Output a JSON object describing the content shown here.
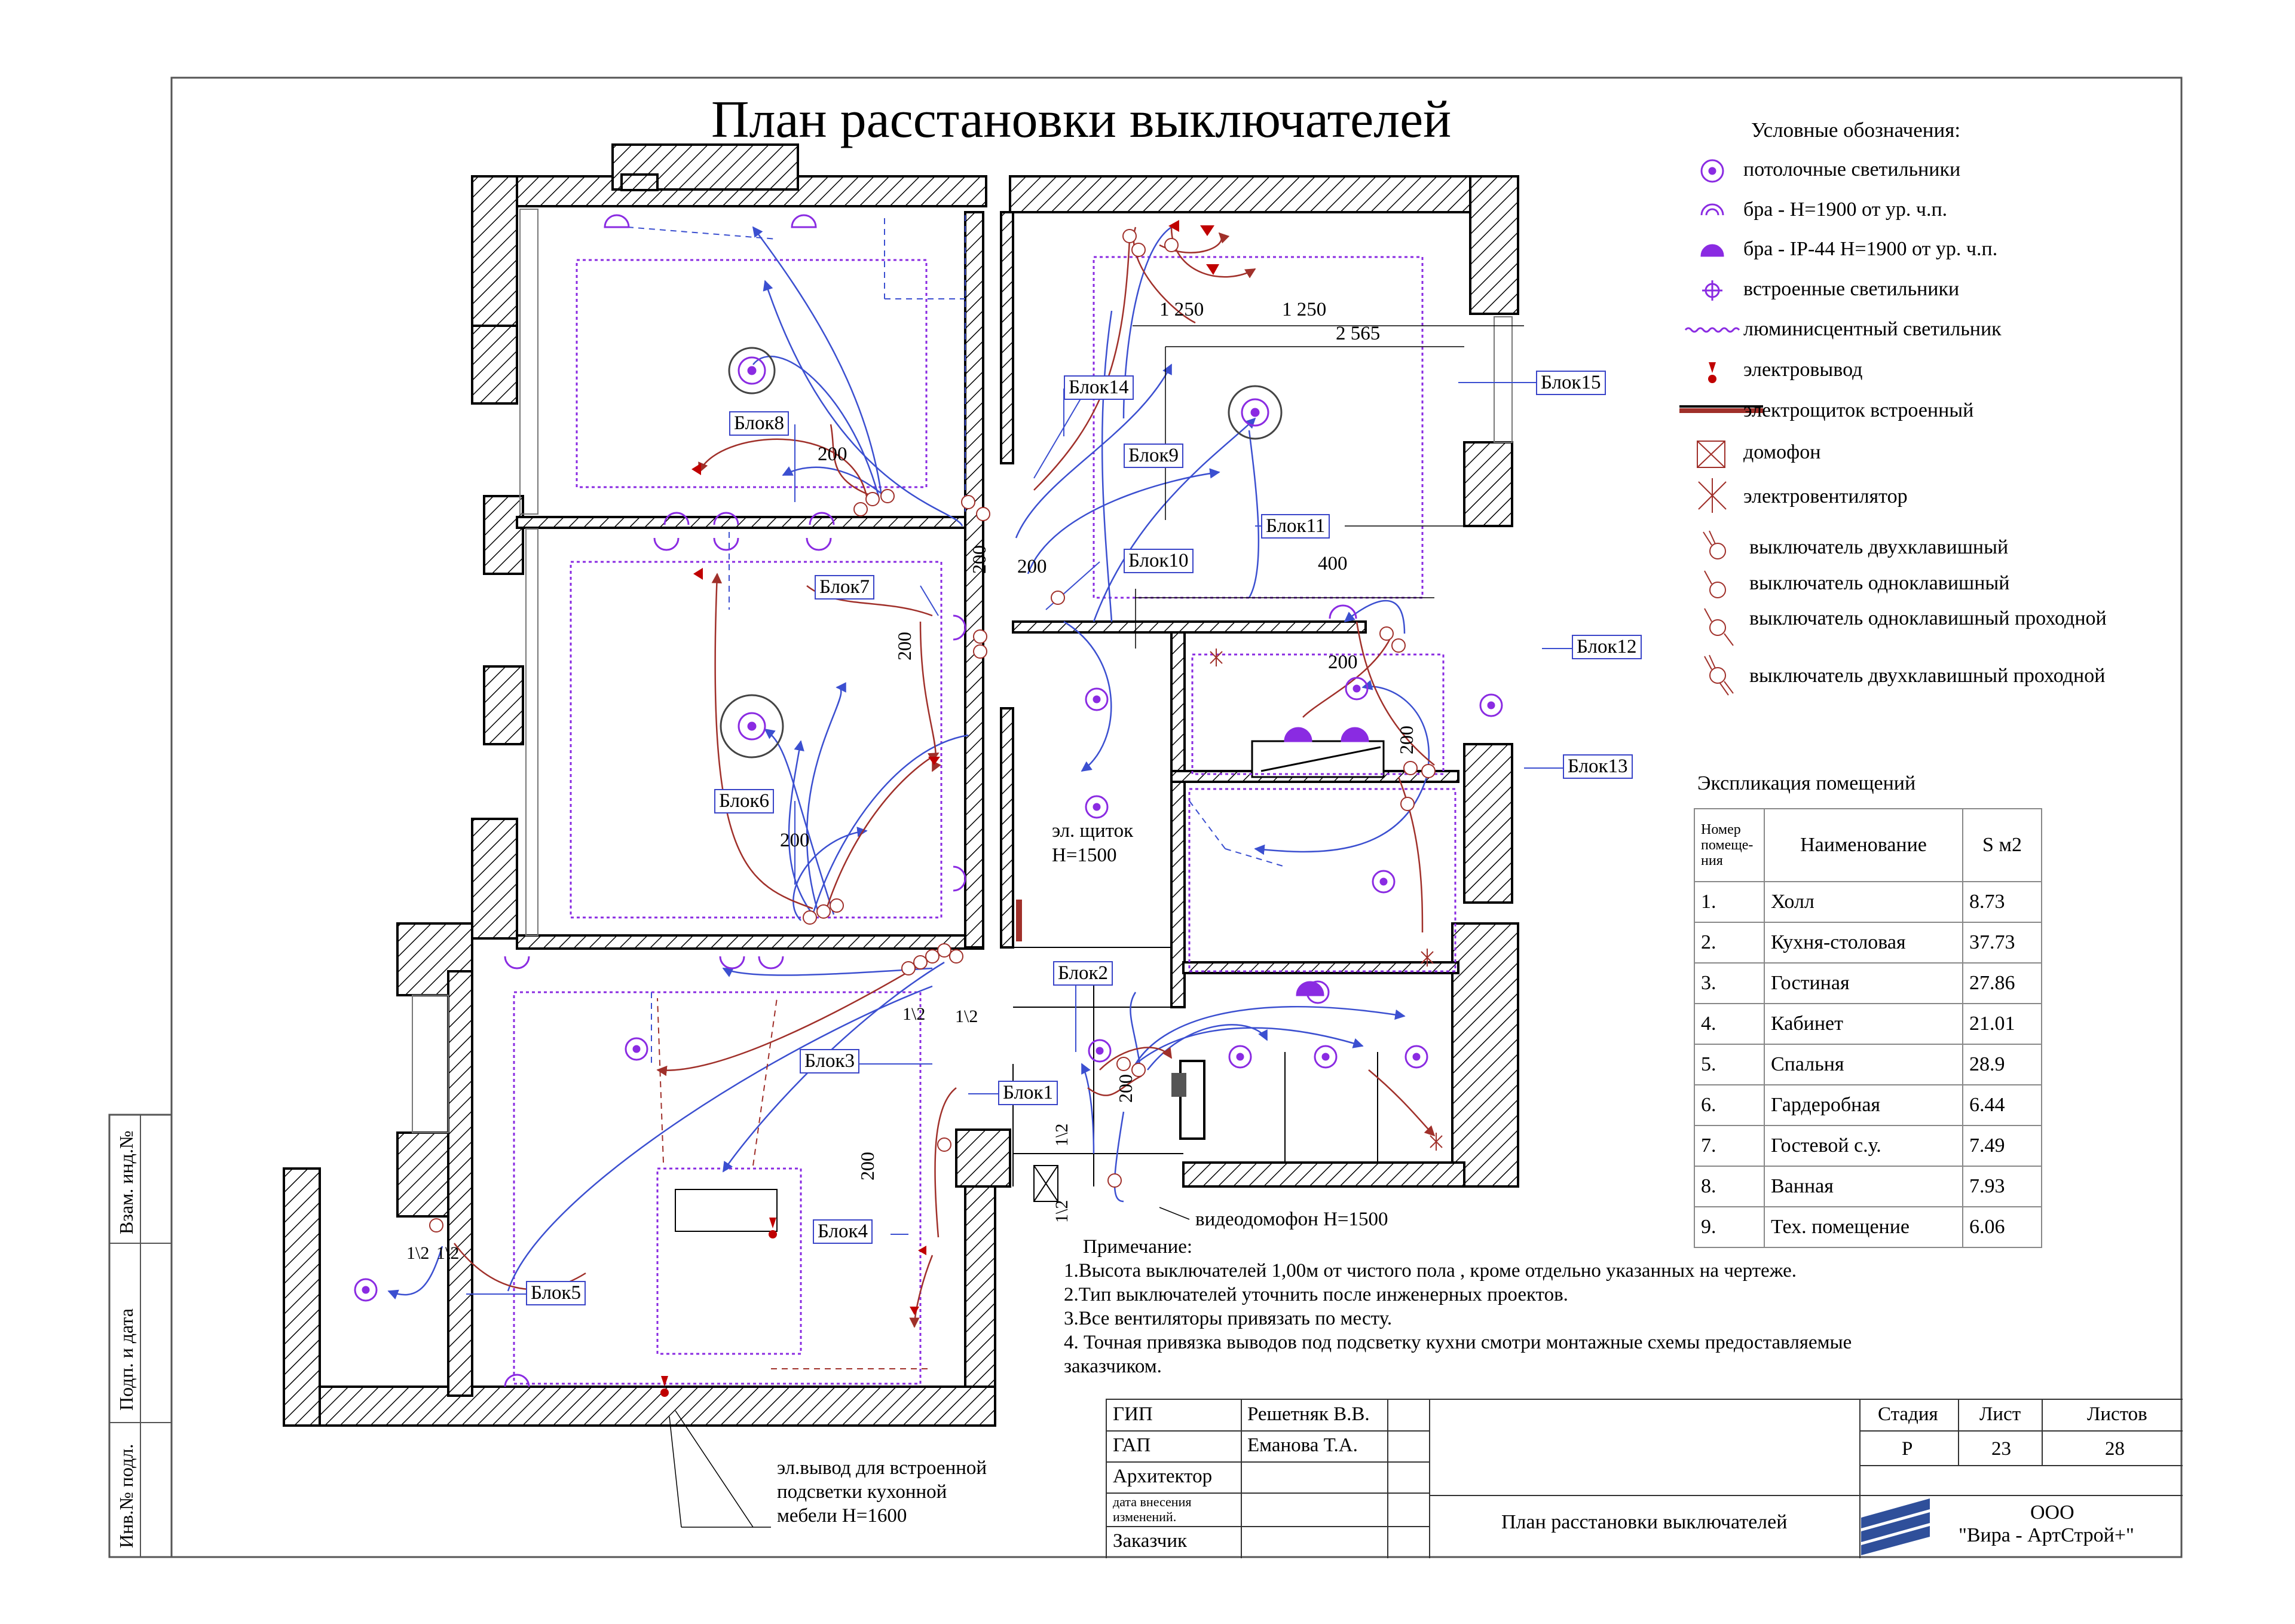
{
  "title": "План расстановки выключателей",
  "legend": {
    "heading": "Условные обозначения:",
    "items": [
      {
        "icon": "ceiling-light-icon",
        "label": "потолочные светильники"
      },
      {
        "icon": "wall-sconce-icon",
        "label": "бра - Н=1900 от ур. ч.п."
      },
      {
        "icon": "wall-sconce-ip44-icon",
        "label": "бра -  IP-44 Н=1900 от ур. ч.п."
      },
      {
        "icon": "recessed-light-icon",
        "label": "встроенные светильники"
      },
      {
        "icon": "fluorescent-light-icon",
        "label": "люминисцентный светильник"
      },
      {
        "icon": "power-outlet-icon",
        "label": "электровывод"
      },
      {
        "icon": "electrical-panel-icon",
        "label": "электрощиток встроенный"
      },
      {
        "icon": "intercom-icon",
        "label": "домофон"
      },
      {
        "icon": "fan-icon",
        "label": "электровентилятор"
      },
      {
        "icon": "double-switch-icon",
        "label": "выключатель двухклавишный"
      },
      {
        "icon": "single-switch-icon",
        "label": "выключатель  одноклавишный"
      },
      {
        "icon": "single-passthrough-switch-icon",
        "label": "выключатель  одноклавишный проходной"
      },
      {
        "icon": "double-passthrough-switch-icon",
        "label": "выключатель  двухклавишный проходной"
      }
    ]
  },
  "explication": {
    "heading": "Экспликация  помещений",
    "col_number": "Номер помеще-ния",
    "col_name": "Наименование",
    "col_area": "S м2",
    "rows": [
      {
        "n": "1.",
        "name": "Холл",
        "s": "8.73"
      },
      {
        "n": "2.",
        "name": "Кухня-столовая",
        "s": "37.73"
      },
      {
        "n": "3.",
        "name": "Гостиная",
        "s": "27.86"
      },
      {
        "n": "4.",
        "name": "Кабинет",
        "s": "21.01"
      },
      {
        "n": "5.",
        "name": "Спальня",
        "s": "28.9"
      },
      {
        "n": "6.",
        "name": "Гардеробная",
        "s": "6.44"
      },
      {
        "n": "7.",
        "name": "Гостевой с.у.",
        "s": "7.49"
      },
      {
        "n": "8.",
        "name": "Ванная",
        "s": "7.93"
      },
      {
        "n": "9.",
        "name": "Тех. помещение",
        "s": "6.06"
      }
    ]
  },
  "notes": {
    "heading": "Примечание:",
    "items": [
      "1.Высота выключателей 1,00м от   чистого пола , кроме отдельно указанных на чертеже.",
      "2.Тип выключателей уточнить после инженерных проектов.",
      "3.Все вентиляторы привязать по месту.",
      "4. Точная привязка выводов под подсветку кухни смотри монтажные схемы предоставляемые",
      "заказчиком."
    ]
  },
  "blocks": [
    "Блок1",
    "Блок2",
    "Блок3",
    "Блок4",
    "Блок5",
    "Блок6",
    "Блок7",
    "Блок8",
    "Блок9",
    "Блок10",
    "Блок11",
    "Блок12",
    "Блок13",
    "Блок14",
    "Блок15"
  ],
  "dimensions": {
    "d1250a": "1 250",
    "d1250b": "1 250",
    "d2565": "2 565",
    "d400": "400",
    "d200": "200",
    "half": "1\\2"
  },
  "callouts": {
    "panel": "эл. щиток",
    "panel_h": "Н=1500",
    "intercom": "видеодомофон Н=1500",
    "kitchen_1": "эл.вывод для встроенной",
    "kitchen_2": "подсветки кухонной",
    "kitchen_3": "мебели Н=1600"
  },
  "stamp": {
    "gip_label": "ГИП",
    "gip_name": "Решетняк В.В.",
    "gap_label": "ГАП",
    "gap_name": "Еманова Т.А.",
    "architect_label": "Архитектор",
    "date_label_1": "дата  внесения",
    "date_label_2": "изменений.",
    "customer_label": "Заказчик",
    "sheet_title": "План расстановки выключателей",
    "stage_label": "Стадия",
    "stage_value": "Р",
    "sheet_label": "Лист",
    "sheet_value": "23",
    "sheets_label": "Листов",
    "sheets_value": "28",
    "org_1": "ООО",
    "org_2": "\"Вира - АртСтрой+\""
  },
  "side_labels": {
    "inv": "Инв.№ подл.",
    "sign": "Подп. и дата",
    "vzam": "Взам. инд.№"
  },
  "colors": {
    "wall": "#000000",
    "fixture": "#8a2be2",
    "wire_red": "#a0302a",
    "wire_blue": "#3b4fd0",
    "outlet": "#c00000",
    "label_border": "#3a45c8"
  }
}
